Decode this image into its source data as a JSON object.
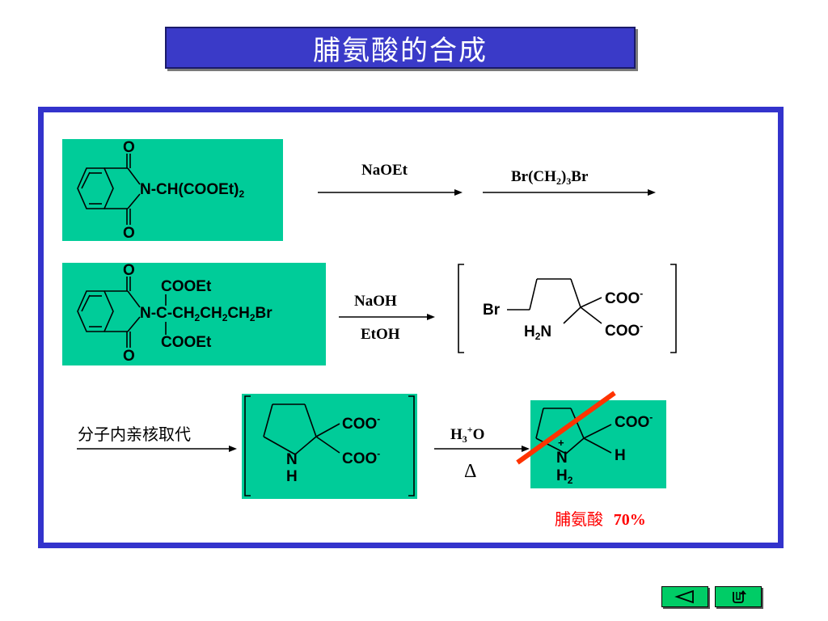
{
  "title": "脯氨酸的合成",
  "row1": {
    "o_top": "O",
    "o_bottom": "O",
    "substituent_main": "N-CH(COOEt)",
    "substituent_sub": "2",
    "reagent1": "NaOEt",
    "reagent2_a": "Br(CH",
    "reagent2_sub": "2",
    "reagent2_b": ")",
    "reagent2_sub2": "3",
    "reagent2_c": "Br"
  },
  "row2": {
    "o_top": "O",
    "o_bottom": "O",
    "cooet_top": "COOEt",
    "chain_a": "N-C-CH",
    "chain_s1": "2",
    "chain_b": "CH",
    "chain_s2": "2",
    "chain_c": "CH",
    "chain_s3": "2",
    "chain_d": "Br",
    "cooet_bottom": "COOEt",
    "reagent_top": "NaOH",
    "reagent_bottom": "EtOH",
    "product_br": "Br",
    "product_coo1": "COO",
    "product_coo2": "COO",
    "product_charge": "-",
    "product_h2n_a": "H",
    "product_h2n_sub": "2",
    "product_h2n_b": "N"
  },
  "row3": {
    "label": "分子内亲核取代",
    "int_coo1": "COO",
    "int_coo2": "COO",
    "charge": "-",
    "int_n": "N",
    "int_h": "H",
    "reagent_h": "H",
    "reagent_sub": "3",
    "reagent_sup": "+",
    "reagent_o": "O",
    "delta": "Δ",
    "prod_coo": "COO",
    "prod_h": "H",
    "prod_n": "N",
    "prod_plus": "+",
    "prod_h2_a": "H",
    "prod_h2_sub": "2",
    "product_name": "脯氨酸",
    "yield": "70%"
  },
  "nav": {
    "back_icon": "triangle-left-icon",
    "return_icon": "return-arrow-icon"
  },
  "colors": {
    "title_bg": "#3a3ac8",
    "frame": "#3333cc",
    "structure_bg": "#00cc99",
    "strike_line": "#ff3300",
    "yield_text": "#ff0000",
    "nav_button": "#00cc66"
  }
}
